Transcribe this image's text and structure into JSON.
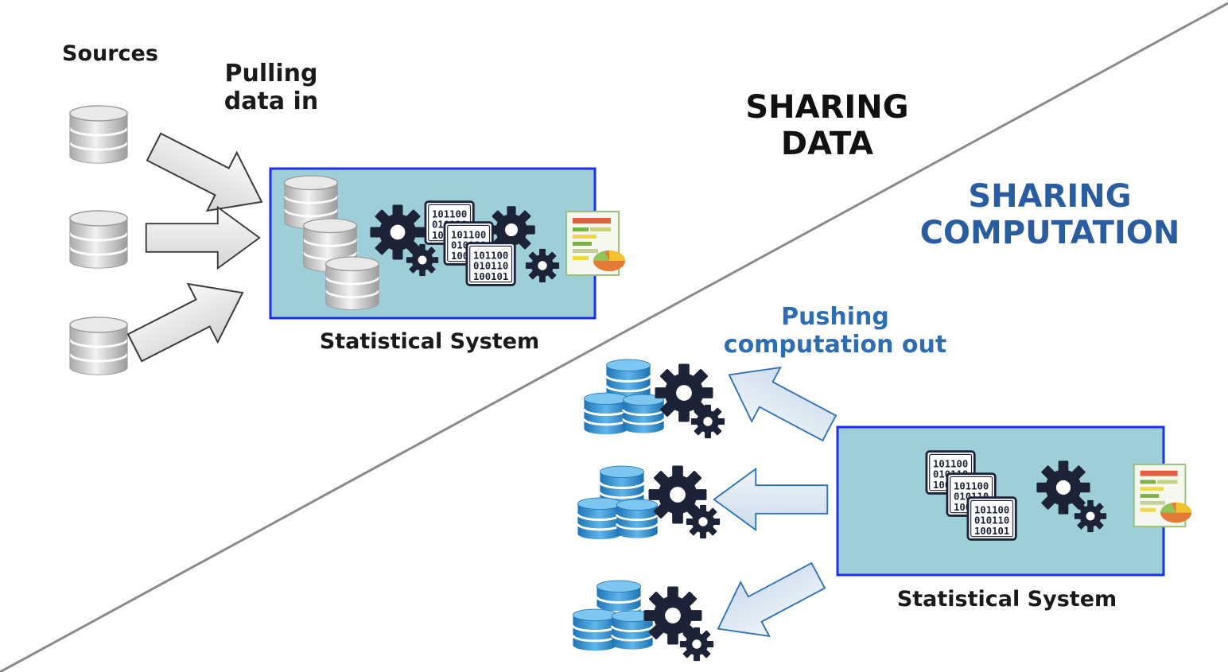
{
  "colors": {
    "system_box_fill": "#9ecfd8",
    "system_box_border": "#1f2ff0",
    "gear": "#1c2336",
    "heading_blue": "#2a5d9f",
    "arrow_gray_fill": "#e6e6e6",
    "arrow_blue_fill": "#dbe7f3",
    "arrow_blue_stroke": "#2f72b8",
    "db_gray": "#c9c9c9",
    "db_blue": "#2c8ccf"
  },
  "top_half": {
    "sources_label": "Sources",
    "pull_label_line1": "Pulling",
    "pull_label_line2": "data in",
    "heading_line1": "SHARING",
    "heading_line2": "DATA",
    "system_label": "Statistical System"
  },
  "bottom_half": {
    "heading_line1": "SHARING",
    "heading_line2": "COMPUTATION",
    "push_label_line1": "Pushing",
    "push_label_line2": "computation out",
    "system_label": "Statistical System"
  },
  "binary_card_lines": [
    "101100",
    "010110",
    "100101"
  ],
  "icons": [
    "database-icon",
    "gear-icon",
    "binary-data-icon",
    "report-chart-icon",
    "arrow-icon"
  ]
}
